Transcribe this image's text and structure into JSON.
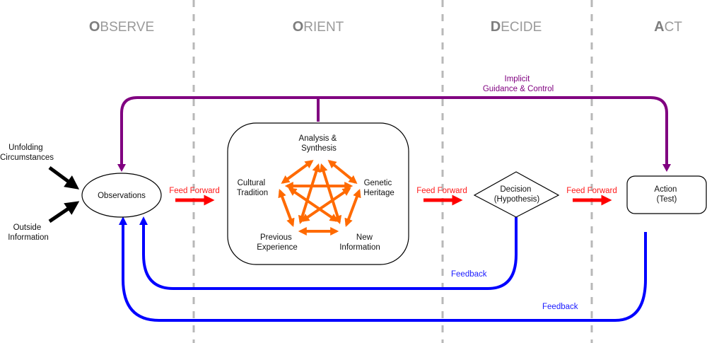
{
  "phases": [
    {
      "first": "O",
      "rest": "BSERVE"
    },
    {
      "first": "O",
      "rest": "RIENT"
    },
    {
      "first": "D",
      "rest": "ECIDE"
    },
    {
      "first": "A",
      "rest": "CT"
    }
  ],
  "inputs": {
    "unfolding": [
      "Unfolding",
      "Circumstances"
    ],
    "outside": [
      "Outside",
      "Information"
    ]
  },
  "nodes": {
    "observations": "Observations",
    "decision": [
      "Decision",
      "(Hypothesis)"
    ],
    "action": [
      "Action",
      "(Test)"
    ]
  },
  "orient": {
    "analysis": [
      "Analysis &",
      "Synthesis"
    ],
    "genetic": [
      "Genetic",
      "Heritage"
    ],
    "new_info": [
      "New",
      "Information"
    ],
    "previous": [
      "Previous",
      "Experience"
    ],
    "cultural": [
      "Cultural",
      "Tradition"
    ]
  },
  "feed_forward": [
    "Feed Forward",
    "Feed Forward",
    "Feed Forward"
  ],
  "implicit": [
    "Implicit",
    "Guidance & Control"
  ],
  "feedback": [
    "Feedback",
    "Feedback"
  ],
  "colors": {
    "feed_forward": "#ff0000",
    "feedback": "#0000ff",
    "implicit": "#800080",
    "orient_links": "#ff6a00",
    "divider": "#b8b8b8"
  }
}
